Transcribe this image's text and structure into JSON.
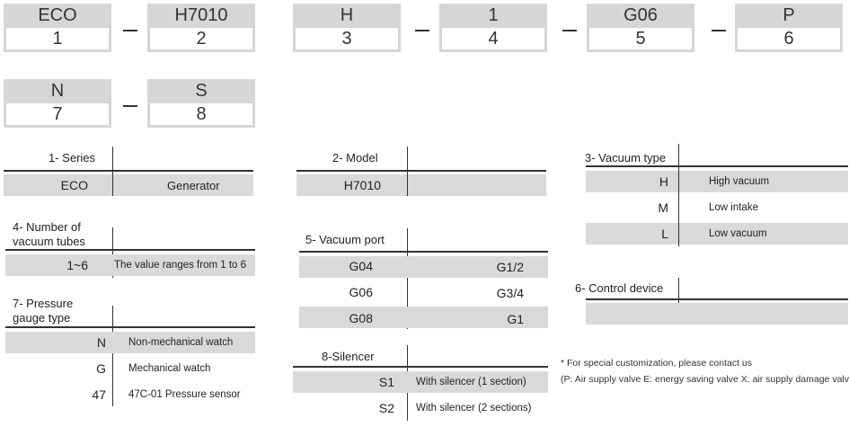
{
  "code_boxes": [
    {
      "code": "ECO",
      "num": "1"
    },
    {
      "code": "H7010",
      "num": "2"
    },
    {
      "code": "H",
      "num": "3"
    },
    {
      "code": "1",
      "num": "4"
    },
    {
      "code": "G06",
      "num": "5"
    },
    {
      "code": "P",
      "num": "6"
    },
    {
      "code": "N",
      "num": "7"
    },
    {
      "code": "S",
      "num": "8"
    }
  ],
  "series": {
    "title": "1- Series",
    "code": "ECO",
    "desc": "Generator"
  },
  "model": {
    "title": "2- Model",
    "code": "H7010",
    "desc": ""
  },
  "vacuum_type": {
    "title": "3- Vacuum type",
    "rows": [
      {
        "code": "H",
        "desc": "High vacuum"
      },
      {
        "code": "M",
        "desc": "Low intake"
      },
      {
        "code": "L",
        "desc": "Low vacuum"
      }
    ]
  },
  "tubes": {
    "title_line1": "4- Number of",
    "title_line2": "vacuum tubes",
    "code": "1~6",
    "desc": "The value ranges from 1 to 6"
  },
  "vacuum_port": {
    "title": "5- Vacuum port",
    "rows": [
      {
        "code": "G04",
        "desc": "G1/2"
      },
      {
        "code": "G06",
        "desc": "G3/4"
      },
      {
        "code": "G08",
        "desc": "G1"
      }
    ]
  },
  "control": {
    "title": "6- Control device"
  },
  "gauge": {
    "title_line1": "7- Pressure",
    "title_line2": "gauge type",
    "rows": [
      {
        "code": "N",
        "desc": "Non-mechanical watch"
      },
      {
        "code": "G",
        "desc": "Mechanical watch"
      },
      {
        "code": "47",
        "desc": "47C-01 Pressure sensor"
      }
    ]
  },
  "silencer": {
    "title": "8-Silencer",
    "rows": [
      {
        "code": "S1",
        "desc": "With silencer (1 section)"
      },
      {
        "code": "S2",
        "desc": "With silencer (2 sections)"
      }
    ]
  },
  "notes": {
    "line1": "* For special customization, please contact us",
    "line2": "(P: Air supply valve E: energy saving valve X: air supply damage valve)"
  }
}
